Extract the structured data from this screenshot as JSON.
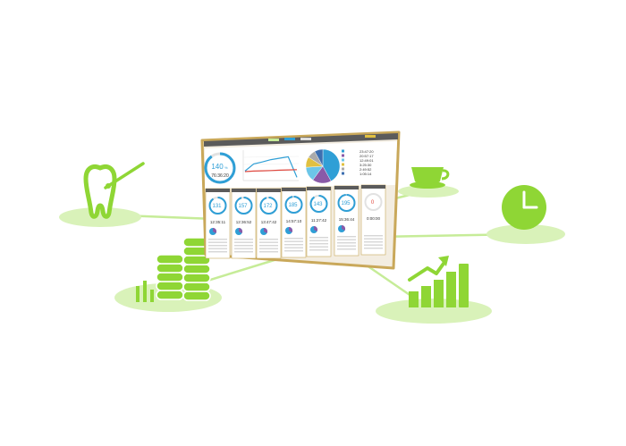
{
  "colors": {
    "accent_green": "#8fd635",
    "ellipse_green": "#d9f2b9",
    "line_green": "#c6ec98",
    "gauge_blue": "#2f9fd6",
    "gauge_red": "#e0483f",
    "frame_gold": "#c9a85a",
    "toolbar_dark": "#3a3a3a"
  },
  "icons": [
    "tooth-icon",
    "coffee-cup-icon",
    "clock-icon",
    "coin-stack-icon",
    "bar-growth-chart-icon"
  ],
  "dashboard": {
    "summary_gauge": {
      "value": "140",
      "unit": "%",
      "time": "76:36:20",
      "level": 0.9
    },
    "line_chart": {
      "type": "line",
      "series": [
        {
          "color": "#2f9fd6",
          "values": [
            30,
            55,
            62,
            70,
            75,
            80,
            8
          ]
        },
        {
          "color": "#e0483f",
          "values": [
            28,
            30,
            31,
            32,
            33,
            34,
            35
          ]
        }
      ]
    },
    "pie_chart": {
      "type": "pie",
      "slices": [
        {
          "value": 0.42,
          "color": "#2f9fd6"
        },
        {
          "value": 0.18,
          "color": "#8a5aa8"
        },
        {
          "value": 0.14,
          "color": "#6cc6e8"
        },
        {
          "value": 0.1,
          "color": "#e0c040"
        },
        {
          "value": 0.08,
          "color": "#aaaaaa"
        },
        {
          "value": 0.08,
          "color": "#3d6fb0"
        }
      ]
    },
    "legend_times": [
      "23:47:20",
      "20:57:17",
      "12:49:01",
      "3:25:30",
      "2:49:52",
      "1:05:14"
    ],
    "panels": [
      {
        "percent": "131",
        "time": "12:35:11",
        "level": 0.9
      },
      {
        "percent": "157",
        "time": "12:36:52",
        "level": 0.95
      },
      {
        "percent": "172",
        "time": "13:47:42",
        "level": 0.95
      },
      {
        "percent": "185",
        "time": "14:57:10",
        "level": 0.97
      },
      {
        "percent": "143",
        "time": "11:27:42",
        "level": 0.9
      },
      {
        "percent": "195",
        "time": "15:36:44",
        "level": 0.98
      },
      {
        "percent": "0",
        "time": "0:00:00",
        "level": 0.0
      }
    ]
  }
}
